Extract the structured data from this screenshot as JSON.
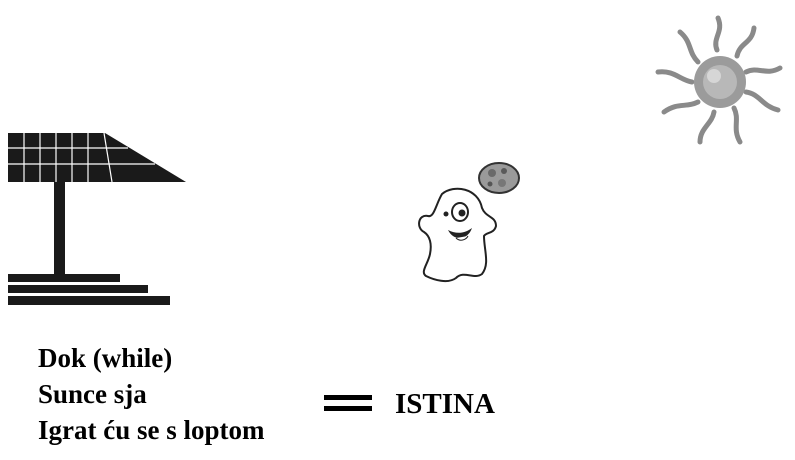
{
  "icons": {
    "pavilion": "pavilion-icon",
    "sun": "sun-icon",
    "ball": "ball-icon",
    "ghost": "ghost-icon"
  },
  "colors": {
    "text": "#000000",
    "sun": "#8a8a8a",
    "roof": "#1a1a1a"
  },
  "condition": {
    "line1": "Dok (while)",
    "line2": "Sunce sja",
    "line3": "Igrat ću se s loptom"
  },
  "operator": "=",
  "result": "ISTINA"
}
